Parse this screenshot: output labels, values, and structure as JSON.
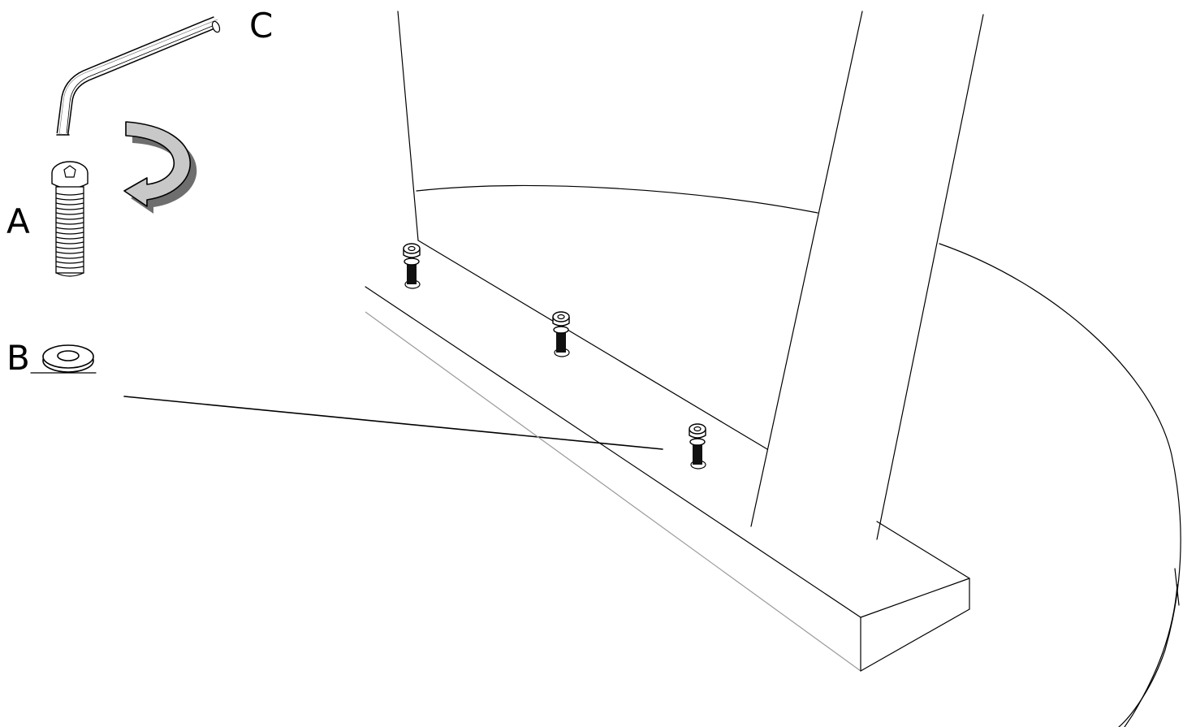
{
  "labels": {
    "screw": "A",
    "washer": "B",
    "wrench": "C"
  },
  "colors": {
    "ink": "#000000",
    "background": "#ffffff",
    "arrow_fill": "#c8c8c8",
    "arrow_shadow": "#6e6e6e"
  },
  "icons": {
    "screw": "hex-socket-screw-icon",
    "washer": "flat-washer-icon",
    "wrench": "allen-key-icon",
    "rotate": "clockwise-rotate-arrow-icon"
  }
}
